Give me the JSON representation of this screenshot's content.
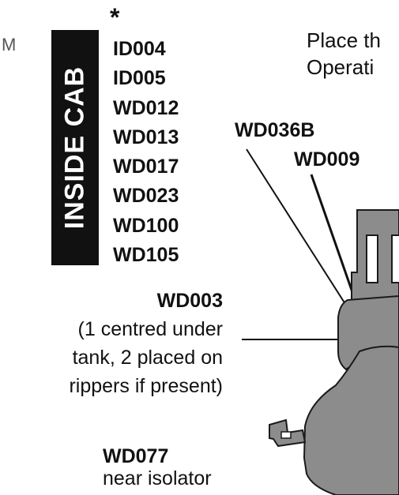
{
  "edge_text": "M",
  "asterisk": "*",
  "banner": {
    "text": "INSIDE CAB"
  },
  "inside_cab_codes": [
    "ID004",
    "ID005",
    "WD012",
    "WD013",
    "WD017",
    "WD023",
    "WD100",
    "WD105"
  ],
  "heading_partial": {
    "line1": "Place th",
    "line2": "Operati"
  },
  "callouts": {
    "wd036b": "WD036B",
    "wd009": "WD009",
    "wd003": "WD003",
    "wd003_desc": "(1 centred under\ntank, 2 placed on\nrippers if present)",
    "wd077": "WD077",
    "wd077_desc": "near isolator"
  },
  "colors": {
    "machine_fill": "#8c8c8c",
    "machine_stroke": "#1a1a1a",
    "banner": "#111111",
    "text": "#111111"
  }
}
